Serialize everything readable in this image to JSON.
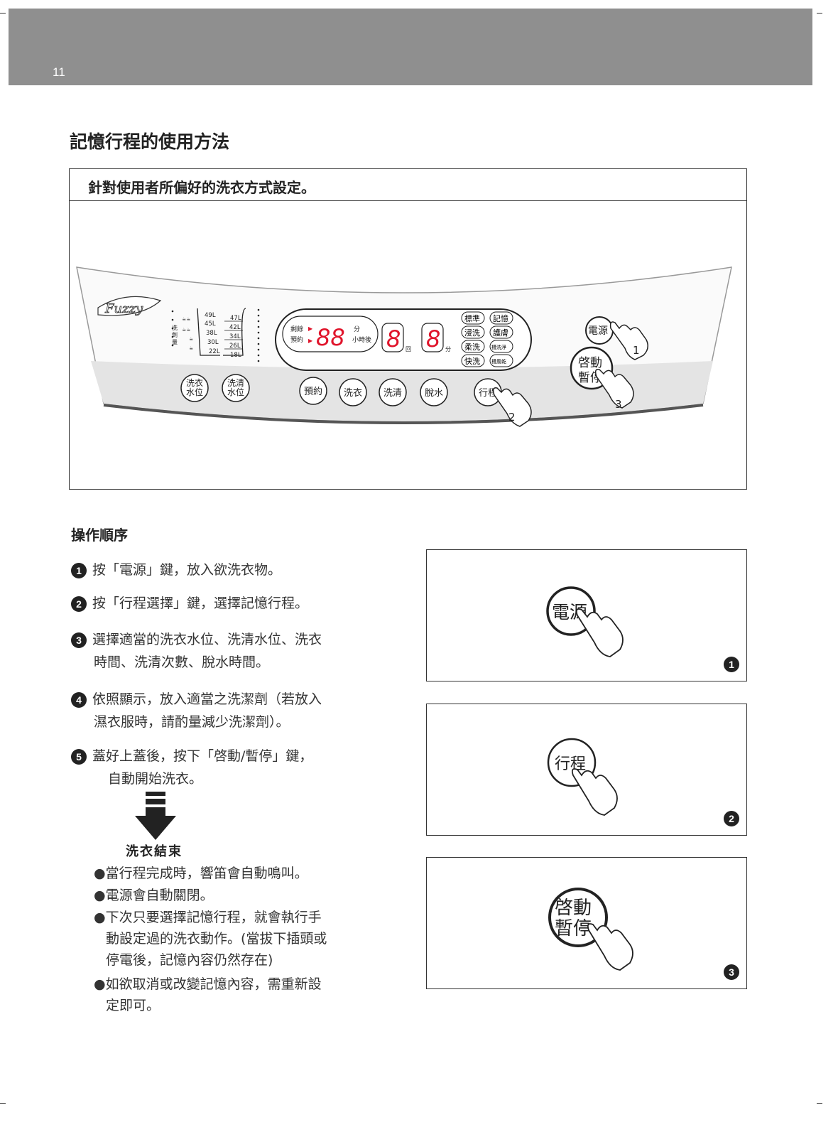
{
  "page": {
    "number": "11",
    "title": "記憶行程的使用方法"
  },
  "panel": {
    "caption": "針對使用者所偏好的洗衣方式設定。",
    "logo": "Fuzzy",
    "water_label": "洗衣劑量",
    "water_left": [
      "49L",
      "45L",
      "38L",
      "30L",
      "22L"
    ],
    "water_right": [
      "47L",
      "42L",
      "34L",
      "26L",
      "18L"
    ],
    "display_left_top": "剩餘",
    "display_left_bottom": "預約",
    "digits_main": "88",
    "unit_min": "分",
    "unit_hours_after": "小時後",
    "digit_rinse": "8",
    "unit_times": "回",
    "digit_spin": "8",
    "unit_min2": "分",
    "courses": [
      "標準",
      "記憶",
      "浸洗",
      "護膚",
      "柔洗",
      "槽洗淨",
      "快洗",
      "槽風乾"
    ],
    "buttons": {
      "wash_level": [
        "洗衣",
        "水位"
      ],
      "rinse_level": [
        "洗清",
        "水位"
      ],
      "reserve": "預約",
      "wash": "洗衣",
      "rinse": "洗清",
      "spin": "脫水",
      "program": "行程",
      "power": "電源",
      "start": [
        "啓動",
        "暫停"
      ]
    },
    "callouts": [
      "1",
      "2",
      "3"
    ]
  },
  "steps": {
    "title": "操作順序",
    "items": [
      {
        "num": "1",
        "line1": "按「電源」鍵，放入欲洗衣物。",
        "line2": ""
      },
      {
        "num": "2",
        "line1": "按「行程選擇」鍵，選擇記憶行程。",
        "line2": ""
      },
      {
        "num": "3",
        "line1": "選擇適當的洗衣水位、洗清水位、洗衣",
        "line2": "時間、洗清次數、脫水時間。"
      },
      {
        "num": "4",
        "line1": "依照顯示，放入適當之洗潔劑（若放入",
        "line2": "濕衣服時，請酌量減少洗潔劑）。"
      },
      {
        "num": "5",
        "line1": "蓋好上蓋後，按下「啓動/暫停」鍵，",
        "line2": "自動開始洗衣。"
      }
    ],
    "end_label": "洗衣結束",
    "bullets": [
      {
        "line1": "●當行程完成時，響笛會自動鳴叫。",
        "line2": ""
      },
      {
        "line1": "●電源會自動關閉。",
        "line2": ""
      },
      {
        "line1": "●下次只要選擇記憶行程，就會執行手",
        "line2": "動設定過的洗衣動作。(當拔下插頭或",
        "line3": "停電後，記憶內容仍然存在)"
      },
      {
        "line1": "●如欲取消或改變記憶內容，需重新設",
        "line2": "定即可。"
      }
    ]
  },
  "side_boxes": [
    {
      "button": [
        "電源"
      ],
      "num": "1"
    },
    {
      "button": [
        "行程"
      ],
      "num": "2"
    },
    {
      "button": [
        "啓動",
        "暫停"
      ],
      "num": "3"
    }
  ],
  "colors": {
    "header_band": "#8f8f8f",
    "display_red": "#e0142b",
    "panel_gray": "#e4e4e4"
  }
}
